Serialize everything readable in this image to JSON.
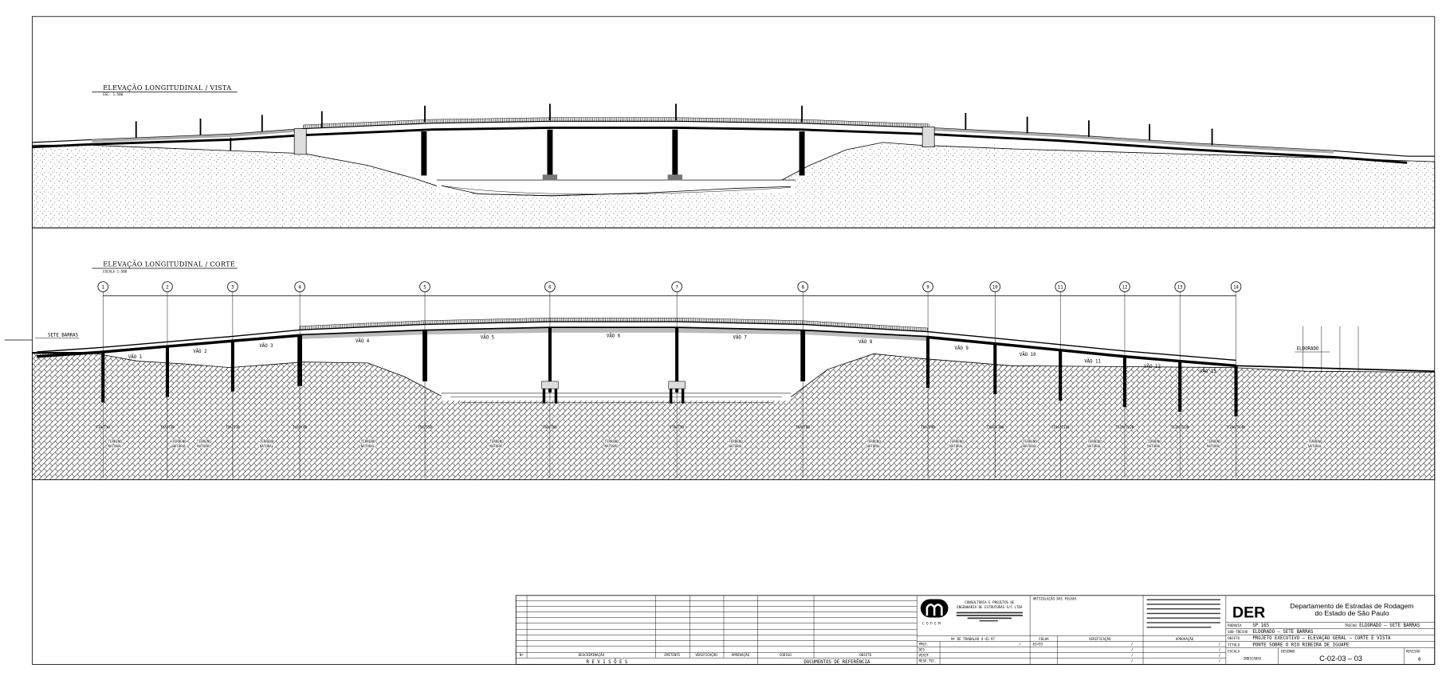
{
  "view": {
    "title": "ELEVAÇÃO LONGITUDINAL / VISTA",
    "scale": "ESC. 1:500"
  },
  "section": {
    "title": "ELEVAÇÃO LONGITUDINAL / CORTE",
    "scale": "ESCALA 1:500",
    "left_label": "SETE BARRAS",
    "right_label": "ELDORADO",
    "terrain_label": "TERRENO NATURAL",
    "axes": [
      "1",
      "2",
      "3",
      "4",
      "5",
      "6",
      "7",
      "8",
      "9",
      "10",
      "11",
      "12",
      "13",
      "14"
    ],
    "spans": [
      "VÃO 1",
      "VÃO 2",
      "VÃO 3",
      "VÃO 4",
      "VÃO 5",
      "VÃO 6",
      "VÃO 7",
      "VÃO 8",
      "VÃO 9",
      "VÃO 10",
      "VÃO 11",
      "VÃO 12",
      "VÃO 13"
    ],
    "piers": [
      "T1A/T1B",
      "T2A/T2B",
      "T3A/T3B",
      "T4A/T4B",
      "T5A/T5B",
      "T6A/T6B",
      "T7A/T7B",
      "T8A/T8B",
      "T9A/T9B",
      "T10A/T10B",
      "T11A/T11B",
      "T12A/T12B",
      "T13A/T13B",
      "T14A/T14B"
    ]
  },
  "title_block": {
    "revisions": {
      "headers": [
        "Nº",
        "DESCRIMINAÇÃO",
        "EMITENTE",
        "VERIFICAÇÃO",
        "APROVAÇÃO",
        "CÓDIGO",
        "OBJETO"
      ],
      "footer_left": "R E V I S Õ E S",
      "footer_right": "DOCUMENTOS DE REFERÊNCIA"
    },
    "company": {
      "logo_text": "C O P E M",
      "line1": "CONSULTORIA E PROJETOS DE",
      "line2": "ENGENHARIA DE ESTRUTURAS S/C LTDA"
    },
    "articulation": "ARTICULAÇÃO DAS FOLHAS",
    "work_number": "Nº DE TRABALHO  4-41-97",
    "sheet_label": "FOLHA",
    "sheet_value": "03/03",
    "verification": "VERIFICAÇÃO",
    "approval": "APROVAÇÃO",
    "roles": [
      "PROJ.",
      "DES.",
      "VERIF.",
      "RESP.TEC."
    ],
    "der": {
      "logo": "DER",
      "name_line1": "Departamento de Estradas de Rodagem",
      "name_line2": "do Estado de São Paulo",
      "rodovia_label": "RODOVIA",
      "rodovia": "SP 165",
      "trecho_label": "TRECHO:",
      "trecho": "ELDORADO – SETE BARRAS",
      "subtrecho_label": "SUB-TRECHO",
      "subtrecho": "ELDORADO – SETE BARRAS",
      "objeto_label": "OBJETO",
      "objeto": "PROJETO EXECUTIVO – ELEVAÇÃO GERAL – CORTE E VISTA",
      "titulo_label": "TÍTULO",
      "titulo": "PONTE SOBRE O RIO RIBEIRA DE IGUAPE",
      "escala_label": "ESCALA",
      "escala": "INDICADAS",
      "desenho_label": "DESENHO",
      "desenho": "C-02-03 – 03",
      "revisao_label": "REVISÃO",
      "revisao": "0"
    }
  }
}
